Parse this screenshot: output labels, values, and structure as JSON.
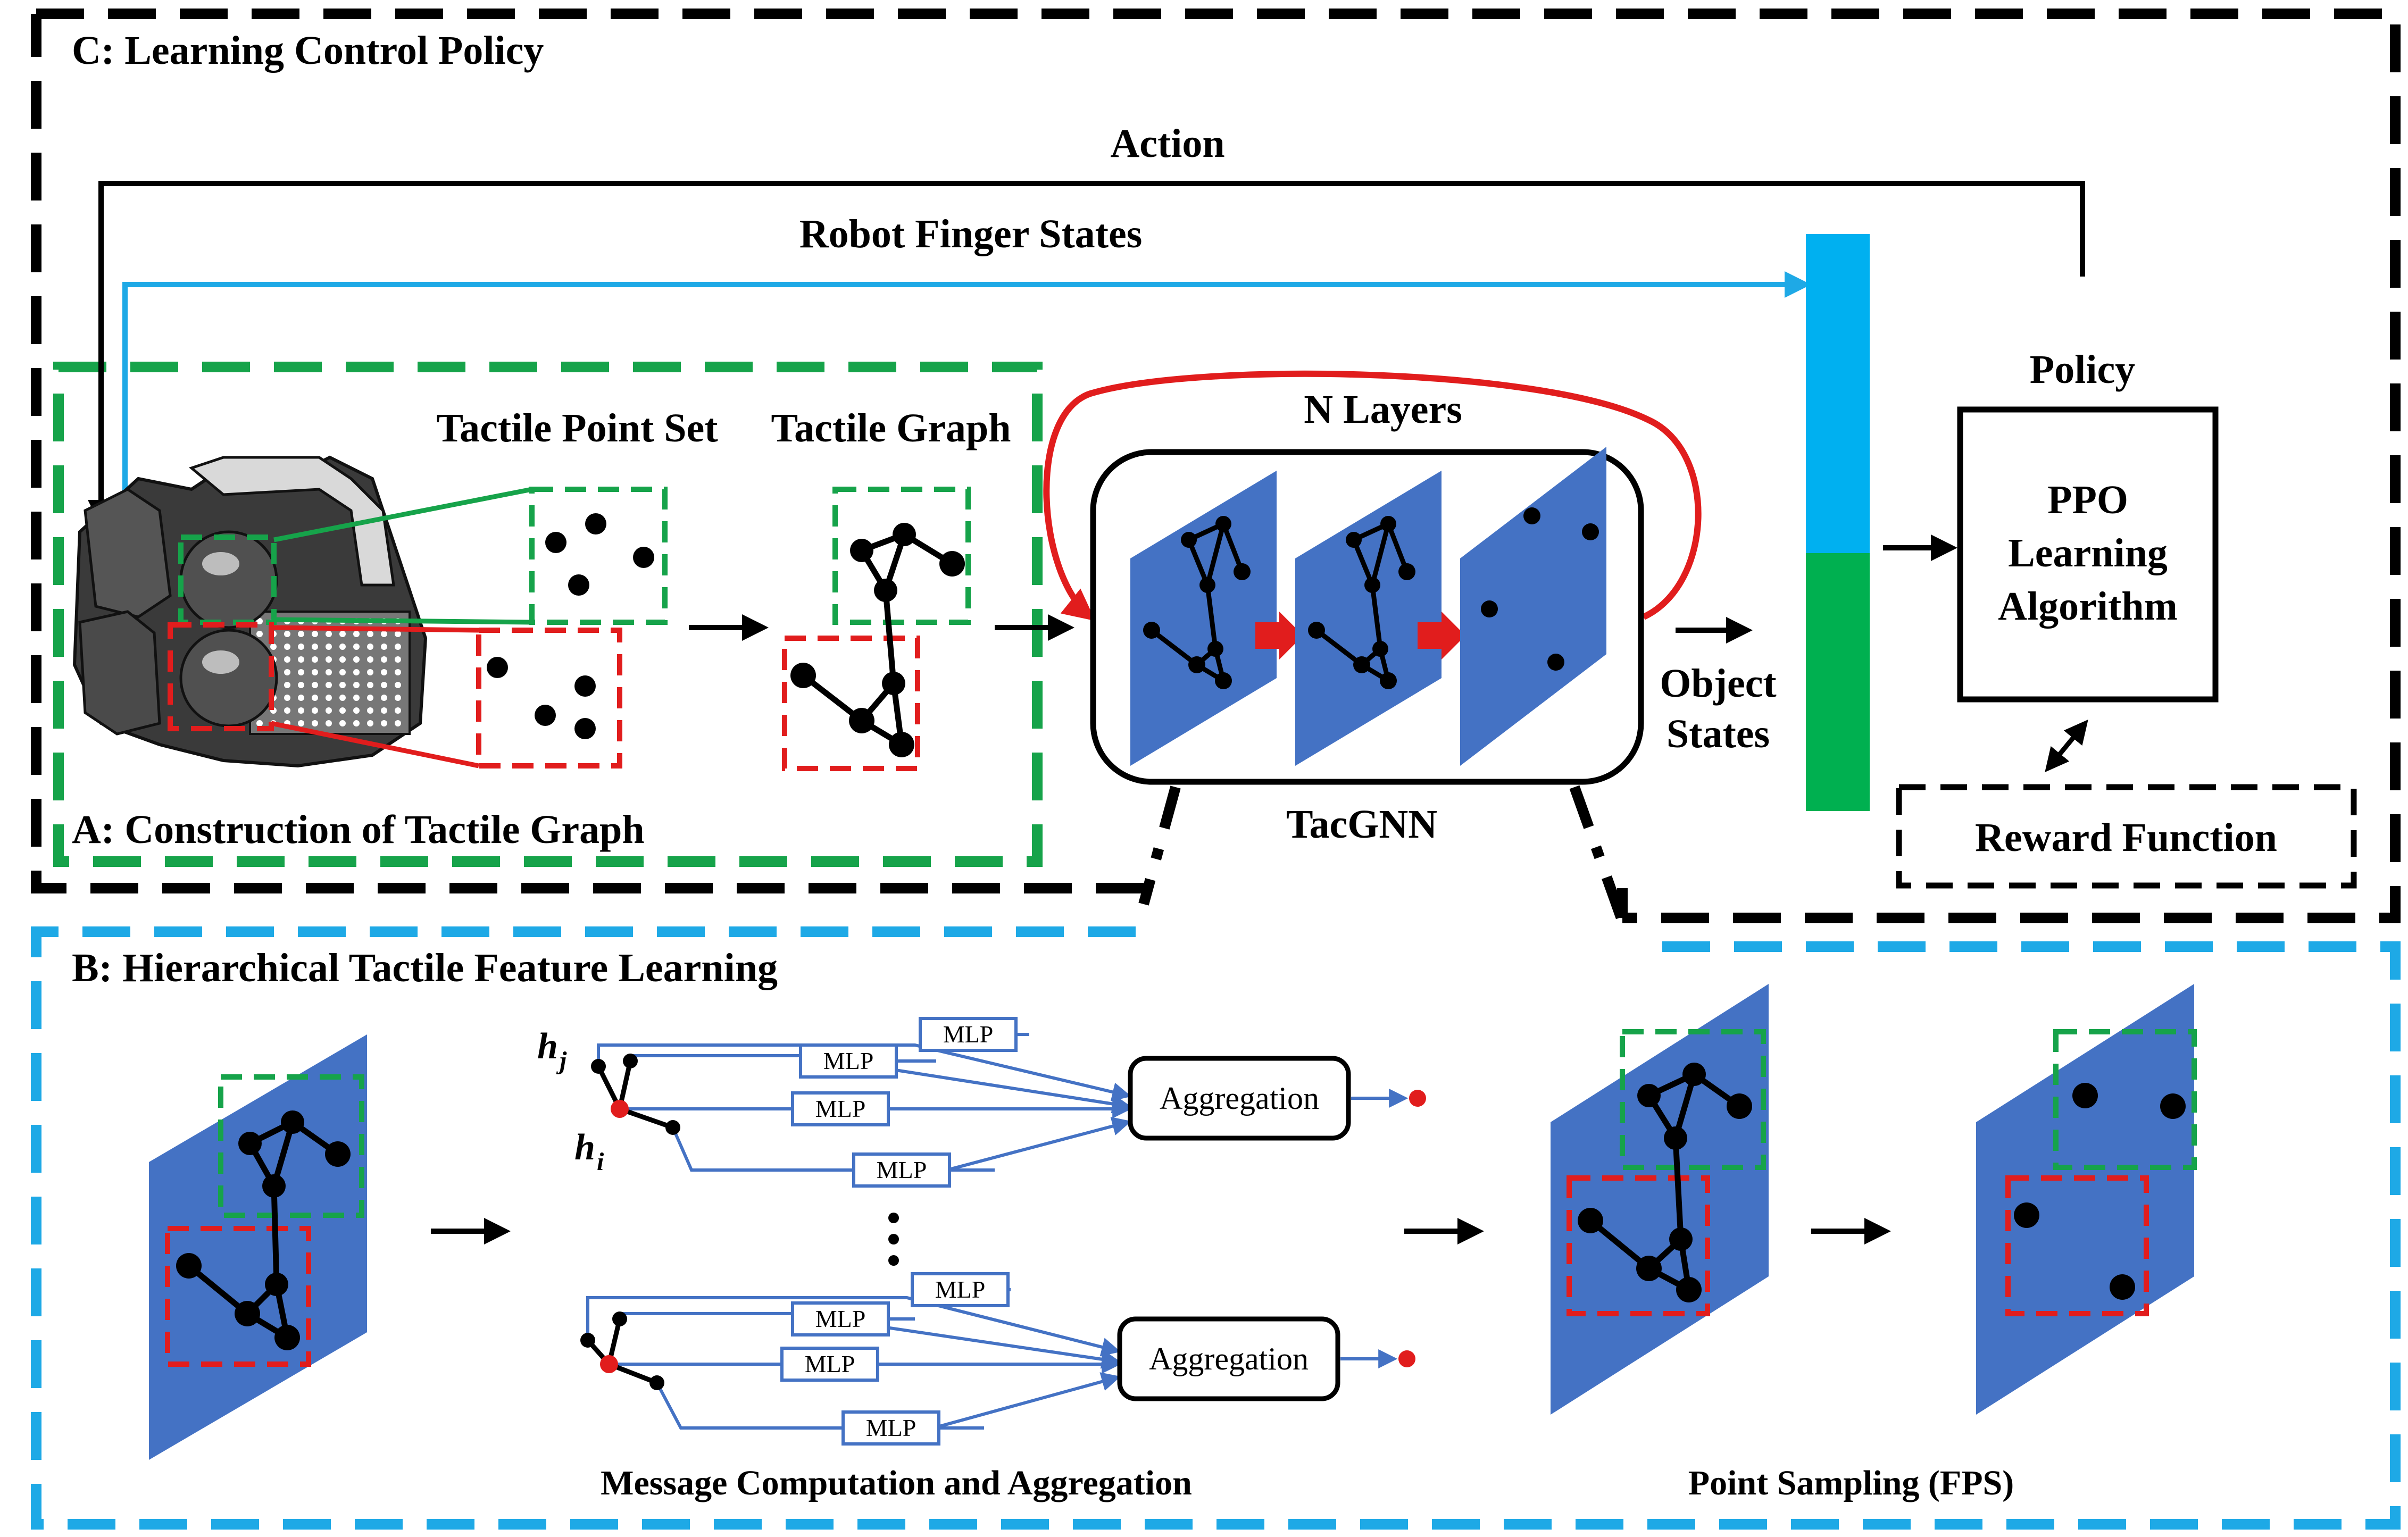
{
  "sections": {
    "c_title": "C: Learning Control Policy",
    "a_title": "A: Construction of Tactile Graph",
    "b_title": "B: Hierarchical Tactile Feature Learning"
  },
  "labels": {
    "action": "Action",
    "robot_finger_states": "Robot Finger States",
    "tactile_point_set": "Tactile Point Set",
    "tactile_graph": "Tactile Graph",
    "n_layers": "N Layers",
    "tacgnn": "TacGNN",
    "object_states_1": "Object",
    "object_states_2": "States",
    "policy": "Policy",
    "ppo_1": "PPO",
    "ppo_2": "Learning",
    "ppo_3": "Algorithm",
    "reward_function": "Reward Function",
    "message_computation": "Message Computation and Aggregation",
    "point_sampling": "Point Sampling (FPS)",
    "h_j": "h",
    "h_j_sub": "j",
    "h_i": "h",
    "h_i_sub": "i",
    "mlp": "MLP",
    "aggregation": "Aggregation",
    "ellipsis": "⋮"
  },
  "colors": {
    "green": "#16a34a",
    "red": "#e11d1d",
    "blue_line": "#1ea9e6",
    "panel": "#4472c4",
    "edge": "#4472c4",
    "bar_top": "#00b0f0",
    "bar_bottom": "#00b050"
  }
}
